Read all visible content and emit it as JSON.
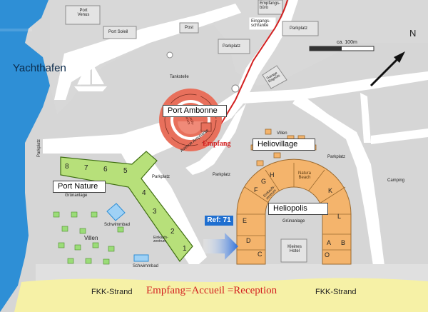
{
  "water": {
    "harbor_label": "Yachthafen"
  },
  "north": {
    "label": "N"
  },
  "scale": {
    "label": "ca. 100m"
  },
  "zones": {
    "port_ambonne": "Port Ambonne",
    "heliovillage": "Heliovillage",
    "port_nature": "Port Nature",
    "heliopolis": "Heliopolis"
  },
  "places": {
    "port_venus": "Port Venus",
    "port_soleil": "Port Soleil",
    "post": "Post",
    "empfangsburo": "Empfangs-büro",
    "eingangsschranke": "Eingangs-schranke",
    "parkplatz_top": "Parkplatz",
    "parkplatz_mid": "Parkplatz",
    "garage_bagnols": "Garage Bagnols",
    "tankstelle": "Tankstelle",
    "einkaufszentrum_ambonne": "Einkaufs-zentrum",
    "empfang": "Empfang",
    "avenue": "Avenue Amphitrite",
    "villen_helio": "Villen",
    "parkplatz_helio_right": "Parkplatz",
    "parkplatz_helio_left": "Parkplatz",
    "parkplatz_nature": "Parkplatz",
    "parkplatz_left": "Parkplatz",
    "camping": "Camping",
    "grunanlage_nature": "Grünanlage",
    "schwimmbad_1": "Schwimmbad",
    "villen_nature": "Villen",
    "einkaufszentrum_nature": "Einkaufs-zentrum",
    "schwimmbad_2": "Schwimmbad",
    "einkaufszentrum_helio": "Einkaufs-zentrum",
    "grunanlage_helio": "Grünanlage",
    "kleines_hotel": "Kleines Hotel",
    "natura_beach": "Natura Beach"
  },
  "port_nature_blocks": [
    "8",
    "7",
    "6",
    "5",
    "4",
    "3",
    "2",
    "1"
  ],
  "heliopolis_sections": [
    "A",
    "B",
    "C",
    "D",
    "E",
    "F",
    "G",
    "H",
    "K",
    "L",
    "O"
  ],
  "ref_badge": "Ref: 71",
  "beach": {
    "left": "FKK-Strand",
    "right": "FKK-Strand",
    "center": "Empfang=Accueil =Reception"
  },
  "colors": {
    "water": "#2e8fd6",
    "orange": "#f4b46c",
    "salmon": "#e8705c",
    "green": "#b7e07a",
    "blue_badge": "#1f6fd0",
    "sand": "#f6f1a6",
    "grey": "#d7d7d7",
    "red_text": "#d32020"
  }
}
